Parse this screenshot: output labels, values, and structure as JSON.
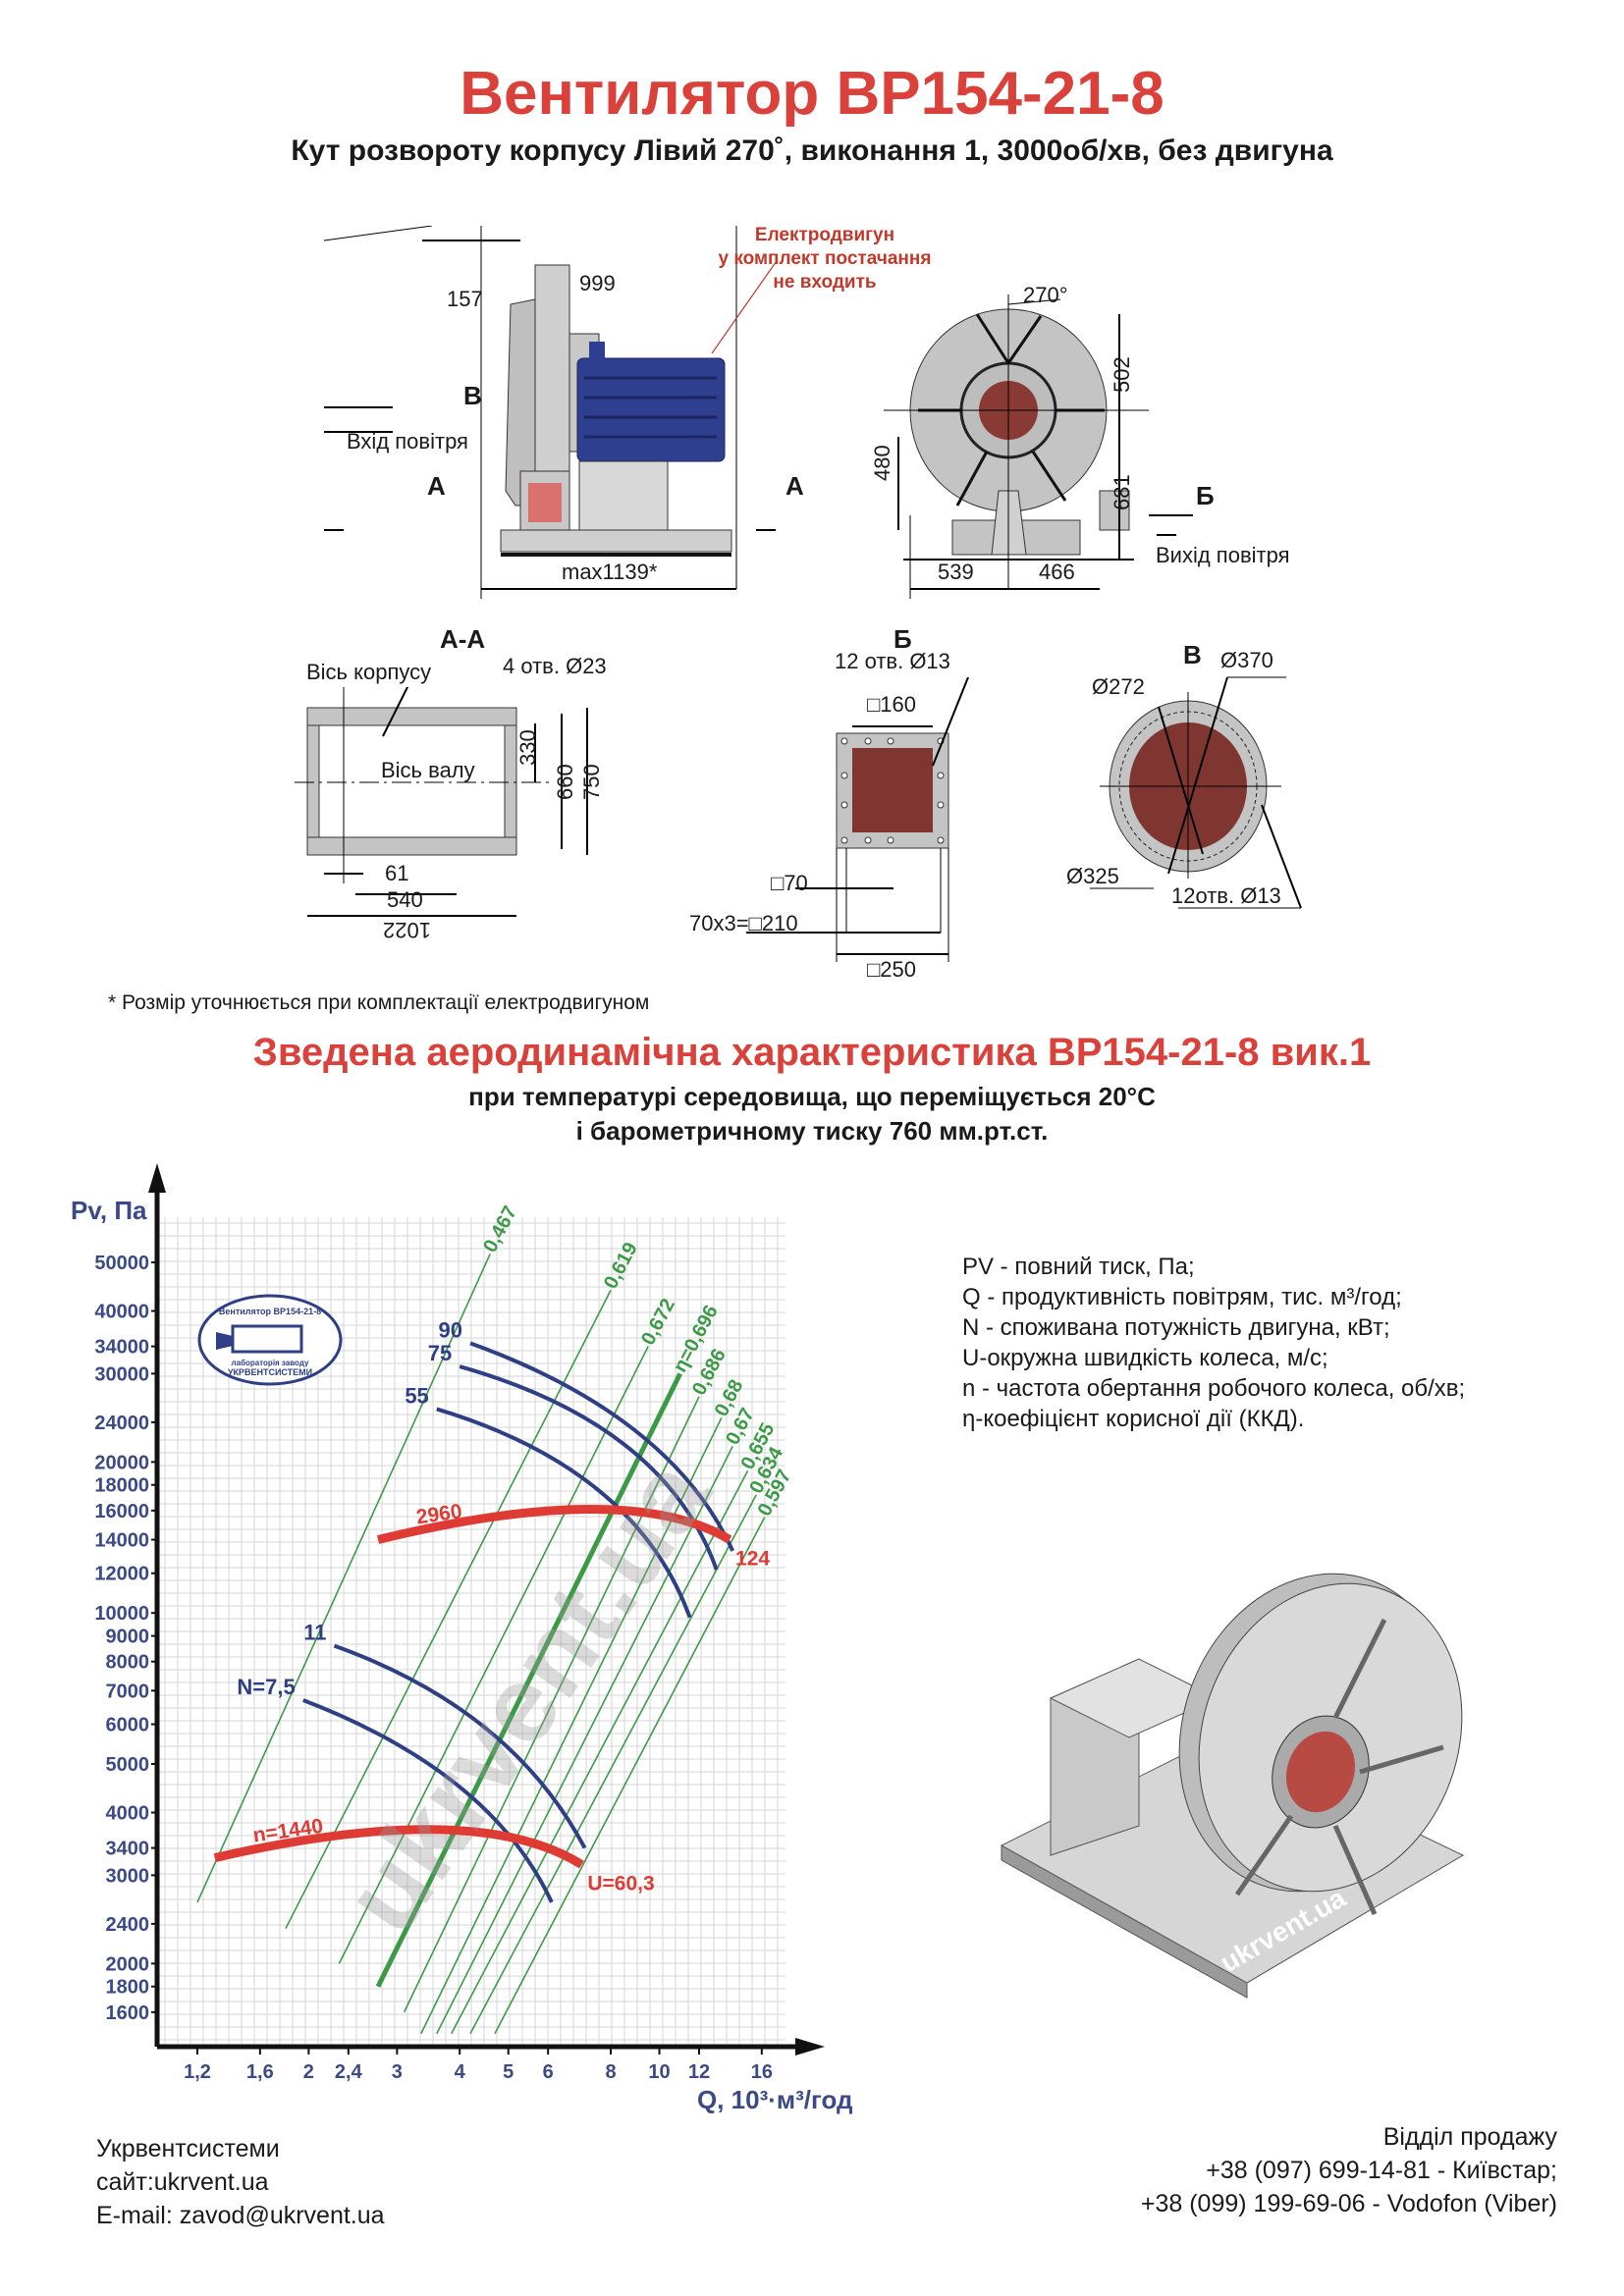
{
  "header": {
    "title": "Вентилятор ВР154-21-8",
    "subtitle": "Кут розвороту корпусу Лівий 270˚, виконання 1, 3000об/хв, без двигуна"
  },
  "side_view": {
    "motor_note": [
      "Електродвигун",
      "у комплект постачання",
      "не входить"
    ],
    "dim_157": "157",
    "dim_999": "999",
    "label_b": "В",
    "air_inlet": "Вхід повітря",
    "label_a_left": "А",
    "label_a_right": "А",
    "dim_max": "max1139*"
  },
  "front_view": {
    "angle": "270°",
    "dim_502": "502",
    "dim_480": "480",
    "dim_681": "681",
    "dim_539": "539",
    "dim_466": "466",
    "label_b": "Б",
    "air_outlet": "Вихід повітря"
  },
  "section_aa": {
    "title": "А-А",
    "housing_axis": "Вісь корпусу",
    "holes": "4 отв. Ø23",
    "shaft_axis": "Вісь валу",
    "dim_330": "330",
    "dim_660": "660",
    "dim_750": "750",
    "dim_61": "61",
    "dim_540": "540",
    "dim_1022": "1022"
  },
  "section_b": {
    "title": "Б",
    "holes": "12 отв. Ø13",
    "dim_160": "□160",
    "dim_70": "□70",
    "dim_210": "70х3=□210",
    "dim_250": "□250"
  },
  "section_v": {
    "title": "В",
    "dim_370": "Ø370",
    "dim_272": "Ø272",
    "dim_325": "Ø325",
    "holes": "12отв. Ø13"
  },
  "watermark": "ukrvent.ua",
  "footnote": "* Розмір уточнюється при комплектації електродвигуном",
  "aero": {
    "title": "Зведена аеродинамічна характеристика ВР154-21-8 вик.1",
    "line1": "при температурі середовища, що переміщується 20°С",
    "line2": "і барометричному тиску 760 мм.рт.ст."
  },
  "stamp": {
    "top": "Вентилятор ВР154-21-8",
    "bottom1": "лабораторія заводу",
    "bottom2": "УКРВЕНТСИСТЕМИ"
  },
  "legend": [
    "PV - повний тиск, Па;",
    "Q - продуктивність повітрям, тис. м³/год;",
    "N - споживана потужність двигуна, кВт;",
    "U-окружна швидкість колеса, м/с;",
    "n - частота обертання робочого колеса, об/хв;",
    "η-коефіцієнт корисної дії (ККД)."
  ],
  "chart_data": {
    "type": "line",
    "title": "Зведена аеродинамічна характеристика ВР154-21-8 вик.1",
    "xlabel": "Q, 10³·м³/год",
    "ylabel": "Pv, Па",
    "xscale": "log",
    "yscale": "log",
    "xlim": [
      1.0,
      20
    ],
    "ylim": [
      1300,
      60000
    ],
    "grid": true,
    "x_ticks": [
      1.2,
      1.6,
      2,
      2.4,
      3,
      4,
      5,
      6,
      8,
      10,
      12,
      16
    ],
    "x_tick_labels": [
      "1,2",
      "1,6",
      "2",
      "2,4",
      "3",
      "4",
      "5",
      "6",
      "8",
      "10",
      "12",
      "16"
    ],
    "y_ticks": [
      50000,
      40000,
      34000,
      30000,
      24000,
      20000,
      18000,
      16000,
      14000,
      12000,
      10000,
      9000,
      8000,
      7000,
      6000,
      5000,
      4000,
      3400,
      3000,
      2400,
      2000,
      1800,
      1600
    ],
    "speed_curves": [
      {
        "label": "2960",
        "end_label": "124",
        "points": [
          [
            2.75,
            14000
          ],
          [
            7.3,
            16100
          ],
          [
            13.8,
            14000
          ]
        ]
      },
      {
        "label": "n=1440",
        "end_label": "U=60,3",
        "points": [
          [
            1.3,
            3250
          ],
          [
            3.6,
            3700
          ],
          [
            7.0,
            3150
          ]
        ]
      }
    ],
    "power_curves": [
      {
        "label": "90",
        "points": [
          [
            4.2,
            34500
          ],
          [
            9.0,
            23000
          ],
          [
            14.0,
            13300
          ]
        ]
      },
      {
        "label": "75",
        "points": [
          [
            4.0,
            31000
          ],
          [
            8.6,
            21500
          ],
          [
            13.0,
            12200
          ]
        ]
      },
      {
        "label": "55",
        "points": [
          [
            3.6,
            25500
          ],
          [
            7.6,
            17500
          ],
          [
            11.5,
            9800
          ]
        ]
      },
      {
        "label": "11",
        "points": [
          [
            2.25,
            8600
          ],
          [
            4.5,
            5900
          ],
          [
            7.1,
            3400
          ]
        ]
      },
      {
        "label": "N=7,5",
        "points": [
          [
            1.95,
            6700
          ],
          [
            4.0,
            4500
          ],
          [
            6.1,
            2650
          ]
        ]
      }
    ],
    "efficiency_lines": [
      {
        "label": "0,467",
        "from": [
          1.2,
          2650
        ],
        "to": [
          4.6,
          52000
        ],
        "bold": false
      },
      {
        "label": "0,619",
        "from": [
          1.8,
          2350
        ],
        "to": [
          8.0,
          44000
        ],
        "bold": false
      },
      {
        "label": "0,672",
        "from": [
          2.3,
          2000
        ],
        "to": [
          9.5,
          34000
        ],
        "bold": false
      },
      {
        "label": "η=0,696",
        "from": [
          2.75,
          1800
        ],
        "to": [
          11.0,
          30000
        ],
        "bold": true
      },
      {
        "label": "0,686",
        "from": [
          3.1,
          1600
        ],
        "to": [
          12.0,
          27000
        ],
        "bold": false
      },
      {
        "label": "0,68",
        "from": [
          3.35,
          1450
        ],
        "to": [
          13.3,
          24500
        ],
        "bold": false
      },
      {
        "label": "0,67",
        "from": [
          3.6,
          1450
        ],
        "to": [
          14.0,
          21500
        ],
        "bold": false
      },
      {
        "label": "0,655",
        "from": [
          3.85,
          1450
        ],
        "to": [
          15.0,
          19200
        ],
        "bold": false
      },
      {
        "label": "0,634",
        "from": [
          4.2,
          1450
        ],
        "to": [
          15.6,
          17200
        ],
        "bold": false
      },
      {
        "label": "0,597",
        "from": [
          4.7,
          1450
        ],
        "to": [
          16.2,
          15500
        ],
        "bold": false
      }
    ],
    "colors": {
      "speed": "#dd3b34",
      "power": "#2e3f84",
      "efficiency": "#3c9a47",
      "axis_text": "#3b4a87"
    }
  },
  "footer": {
    "company": "Укрвентсистеми",
    "site": "сайт:ukrvent.ua",
    "email": "E-mail: zavod@ukrvent.ua",
    "sales": "Відділ продажу",
    "phone1": "+38 (097) 699-14-81 - Київстар;",
    "phone2": "+38 (099) 199-69-06 - Vodofon (Viber)"
  }
}
